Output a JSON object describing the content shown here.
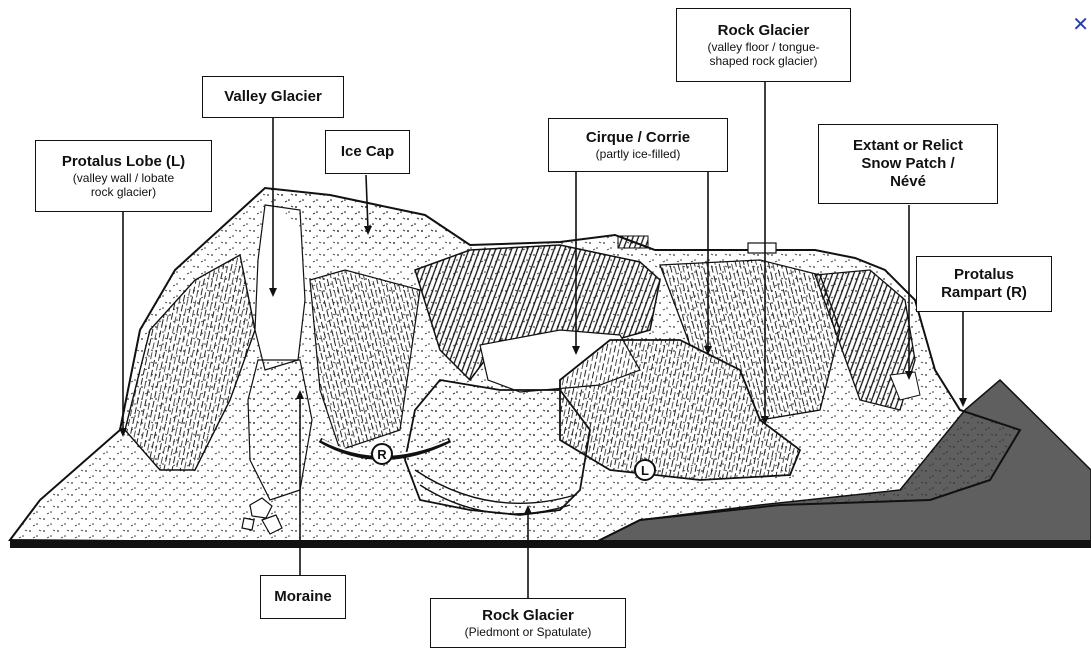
{
  "labels": {
    "protalus_lobe": {
      "title": "Protalus Lobe (L)",
      "sub1": "(valley wall / lobate",
      "sub2": "rock glacier)"
    },
    "valley_glacier": {
      "title": "Valley Glacier"
    },
    "ice_cap": {
      "title": "Ice Cap"
    },
    "cirque": {
      "title": "Cirque / Corrie",
      "sub1": "(partly ice-filled)"
    },
    "rock_glacier_top": {
      "title": "Rock Glacier",
      "sub1": "(valley floor / tongue-",
      "sub2": "shaped rock glacier)"
    },
    "snow_patch": {
      "line1": "Extant or Relict",
      "line2": "Snow Patch /",
      "line3": "Névé"
    },
    "protalus_rampart": {
      "line1": "Protalus",
      "line2": "Rampart (R)"
    },
    "moraine": {
      "title": "Moraine"
    },
    "rock_glacier_bottom": {
      "title": "Rock Glacier",
      "sub1": "(Piedmont or Spatulate)"
    }
  },
  "markers": {
    "rampart": "R",
    "lobe": "L"
  },
  "close_icon": "close-icon"
}
